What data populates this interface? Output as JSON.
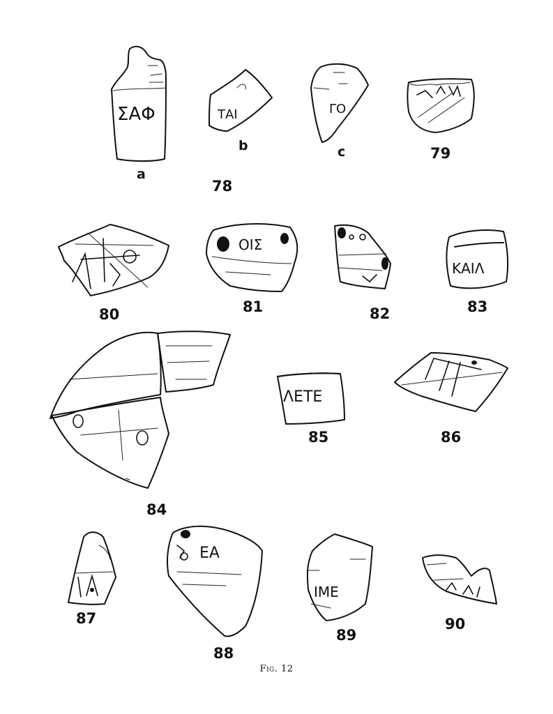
{
  "plate": {
    "caption": "Fig. 12",
    "labels": {
      "a": "a",
      "b": "b",
      "c": "c",
      "n78": "78",
      "n79": "79",
      "n80": "80",
      "n81": "81",
      "n82": "82",
      "n83": "83",
      "n84": "84",
      "n85": "85",
      "n86": "86",
      "n87": "87",
      "n88": "88",
      "n89": "89",
      "n90": "90"
    },
    "inscriptions": {
      "f78a": "ΣΑΦ",
      "f78b": "ΤΑΙ",
      "f78c": "ΓΟ",
      "f81": "ΟΙΣ",
      "f83": "ΚΑΙΛ",
      "f85": "ΛΕΤΕ",
      "f88": "ΕΑ",
      "f89": "ΙΜΕ"
    }
  }
}
